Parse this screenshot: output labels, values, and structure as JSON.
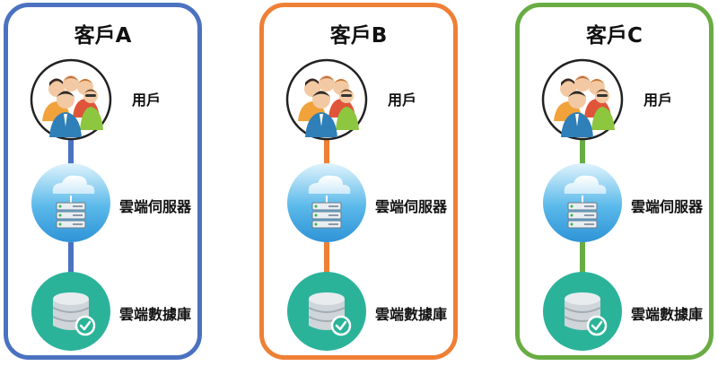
{
  "colors": {
    "blue": "#4a72c0",
    "orange": "#ef7f35",
    "green": "#6aac44",
    "server_circle": "#4db3e6",
    "db_circle": "#2bb39a"
  },
  "icons": {
    "users": "users-group-icon",
    "server": "cloud-server-icon",
    "db": "database-check-icon"
  },
  "panels": [
    {
      "id": "a",
      "title": "客戶A",
      "color": "#4a72c0",
      "users_label": "用戶",
      "server_label": "雲端伺服器",
      "db_label": "雲端數據庫"
    },
    {
      "id": "b",
      "title": "客戶B",
      "color": "#ef7f35",
      "users_label": "用戶",
      "server_label": "雲端伺服器",
      "db_label": "雲端數據庫"
    },
    {
      "id": "c",
      "title": "客戶C",
      "color": "#6aac44",
      "users_label": "用戶",
      "server_label": "雲端伺服器",
      "db_label": "雲端數據庫"
    }
  ]
}
